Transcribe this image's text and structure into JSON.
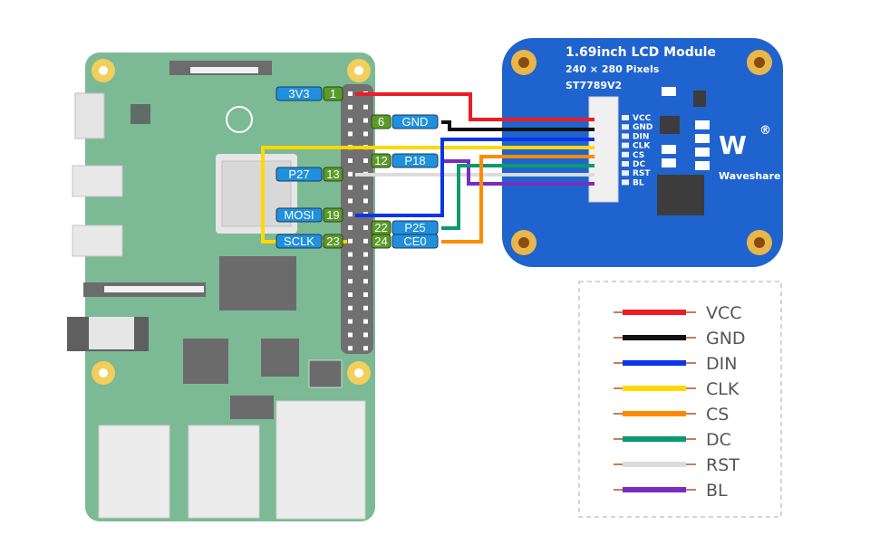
{
  "title": "Raspberry Pi to 1.69inch LCD Module wiring diagram",
  "lcd_module": {
    "title": "1.69inch LCD Module",
    "resolution": "240 × 280 Pixels",
    "controller": "ST7789V2",
    "brand": "Waveshare",
    "pins": [
      "VCC",
      "GND",
      "DIN",
      "CLK",
      "CS",
      "DC",
      "RST",
      "BL"
    ]
  },
  "pi_pins": [
    {
      "name": "3V3",
      "num": "1",
      "side": "left",
      "wire": "VCC"
    },
    {
      "name": "GND",
      "num": "6",
      "side": "right",
      "wire": "GND"
    },
    {
      "name": "P18",
      "num": "12",
      "side": "right",
      "wire": "BL"
    },
    {
      "name": "P27",
      "num": "13",
      "side": "left",
      "wire": "RST"
    },
    {
      "name": "MOSI",
      "num": "19",
      "side": "left",
      "wire": "DIN"
    },
    {
      "name": "P25",
      "num": "22",
      "side": "right",
      "wire": "DC"
    },
    {
      "name": "SCLK",
      "num": "23",
      "side": "left",
      "wire": "CLK"
    },
    {
      "name": "CE0",
      "num": "24",
      "side": "right",
      "wire": "CS"
    }
  ],
  "legend": [
    {
      "label": "VCC",
      "color": "#ee1c25"
    },
    {
      "label": "GND",
      "color": "#111111"
    },
    {
      "label": "DIN",
      "color": "#0a35e8"
    },
    {
      "label": "CLK",
      "color": "#ffd800"
    },
    {
      "label": "CS",
      "color": "#ff8a00"
    },
    {
      "label": "DC",
      "color": "#0a9a6e"
    },
    {
      "label": "RST",
      "color": "#dcdcdc"
    },
    {
      "label": "BL",
      "color": "#7a2cbf"
    }
  ],
  "colors": {
    "pi_board": "#79b893",
    "lcd_board": "#1f63cf",
    "pin_name_bg": "#2090dd",
    "pin_num_bg": "#5a9a2a"
  }
}
